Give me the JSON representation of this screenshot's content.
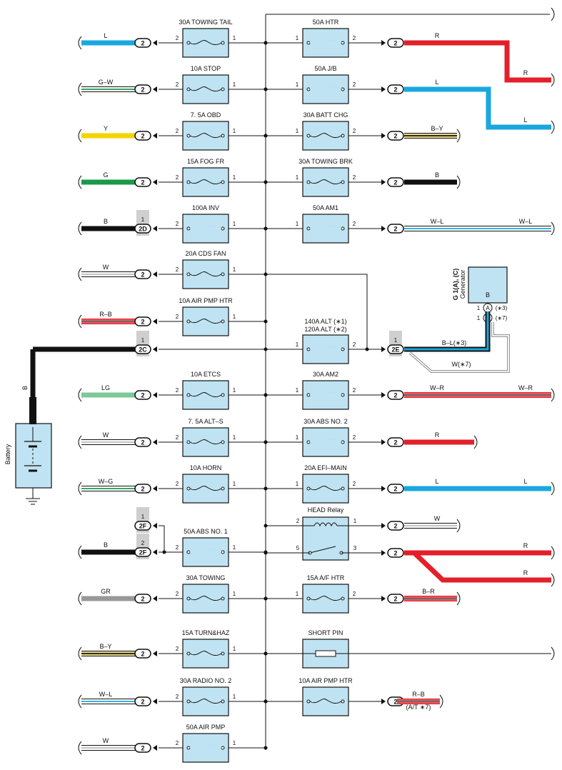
{
  "left_fuses": [
    {
      "label": "30A TOWING TAIL",
      "wire": "L",
      "color": "#1aa7e0",
      "style": "solid",
      "connector": "2",
      "pin_left": "2",
      "pin_right": "1",
      "type": "med"
    },
    {
      "label": "10A STOP",
      "wire": "G–W",
      "color": "#1a9a4a",
      "style": "stripe",
      "connector": "2",
      "pin_left": "2",
      "pin_right": "1",
      "type": "small"
    },
    {
      "label": "7. 5A OBD",
      "wire": "Y",
      "color": "#f3d400",
      "style": "solid",
      "connector": "2",
      "pin_left": "2",
      "pin_right": "1",
      "type": "small"
    },
    {
      "label": "15A FOG FR",
      "wire": "G",
      "color": "#1a9a4a",
      "style": "solid",
      "connector": "2",
      "pin_left": "2",
      "pin_right": "1",
      "type": "small"
    },
    {
      "label": "100A INV",
      "wire": "B",
      "color": "#111111",
      "style": "solid",
      "connector": "2D",
      "conn_pin": "1",
      "gray": true,
      "pin_left": "2",
      "pin_right": "1",
      "type": "big"
    },
    {
      "label": "20A CDS FAN",
      "wire": "W",
      "color": "#999999",
      "style": "stripe-w",
      "connector": "2",
      "pin_left": "2",
      "pin_right": "1",
      "type": "small"
    },
    {
      "label": "10A AIR PMP HTR",
      "wire": "R–B",
      "color": "#e3202a",
      "style": "stripe-rb",
      "connector": "2",
      "pin_left": "2",
      "pin_right": "1",
      "type": "small"
    },
    {
      "label": "",
      "wire": "",
      "color": "#111111",
      "style": "none",
      "connector": "2C",
      "conn_pin": "1",
      "gray": true,
      "pin_left": "",
      "pin_right": "",
      "type": "none"
    },
    {
      "label": "10A ETCS",
      "wire": "LG",
      "color": "#7dc899",
      "style": "solid",
      "connector": "2",
      "pin_left": "2",
      "pin_right": "1",
      "type": "small"
    },
    {
      "label": "7. 5A ALT–S",
      "wire": "W",
      "color": "#999999",
      "style": "stripe-w",
      "connector": "2",
      "pin_left": "2",
      "pin_right": "1",
      "type": "small"
    },
    {
      "label": "10A HORN",
      "wire": "W–G",
      "color": "#1a9a4a",
      "style": "stripe",
      "connector": "2",
      "pin_left": "2",
      "pin_right": "1",
      "type": "small"
    },
    {
      "label": "",
      "wire": "B",
      "color": "#111111",
      "style": "solid",
      "connector": "2F",
      "conn_pin": "1",
      "gray": true,
      "pin_left": "",
      "pin_right": "",
      "type": "none"
    },
    {
      "label": "50A ABS NO. 1",
      "wire": "B",
      "color": "#111111",
      "style": "solid",
      "connector": "2F",
      "conn_pin": "2",
      "gray": true,
      "pin_left": "2",
      "pin_right": "1",
      "type": "big"
    },
    {
      "label": "30A TOWING",
      "wire": "GR",
      "color": "#999999",
      "style": "solid",
      "connector": "2",
      "pin_left": "2",
      "pin_right": "1",
      "type": "small"
    },
    {
      "label": "15A TURN&HAZ",
      "wire": "B–Y",
      "color": "#e8d98a",
      "style": "stripe-by",
      "connector": "2",
      "pin_left": "2",
      "pin_right": "1",
      "type": "small"
    },
    {
      "label": "30A RADIO NO. 2",
      "wire": "W–L",
      "color": "#1aa7e0",
      "style": "stripe-wl",
      "connector": "2",
      "pin_left": "2",
      "pin_right": "1",
      "type": "small"
    },
    {
      "label": "50A AIR PMP",
      "wire": "W",
      "color": "#999999",
      "style": "stripe-w",
      "connector": "2",
      "pin_left": "2",
      "pin_right": "1",
      "type": "big"
    }
  ],
  "right_fuses": [
    {
      "label": "50A HTR",
      "wire": "R",
      "wire2": "R",
      "connector": "2",
      "pin_left": "1",
      "pin_right": "2",
      "type": "big"
    },
    {
      "label": "50A J/B",
      "wire": "L",
      "wire2": "L",
      "connector": "2",
      "pin_left": "1",
      "pin_right": "2",
      "type": "big"
    },
    {
      "label": "30A BATT CHG",
      "wire": "B–Y",
      "connector": "2",
      "pin_left": "1",
      "pin_right": "2",
      "type": "small"
    },
    {
      "label": "30A TOWING BRK",
      "wire": "B",
      "connector": "2",
      "pin_left": "1",
      "pin_right": "2",
      "type": "small"
    },
    {
      "label": "50A AM1",
      "wire": "W–L",
      "wire2": "W–L",
      "connector": "2",
      "pin_left": "1",
      "pin_right": "2",
      "type": "big"
    },
    {
      "label": "140A ALT (∗1)",
      "label2": "120A ALT (∗2)",
      "wire": "B–L(∗3)",
      "connector": "2E",
      "conn_pin": "1",
      "pin_left": "1",
      "pin_right": "2",
      "type": "big"
    },
    {
      "label": "30A AM2",
      "wire": "W–R",
      "wire2": "W–R",
      "connector": "2",
      "pin_left": "1",
      "pin_right": "2",
      "type": "big"
    },
    {
      "label": "30A ABS NO. 2",
      "wire": "R",
      "connector": "2",
      "pin_left": "1",
      "pin_right": "2",
      "type": "big"
    },
    {
      "label": "20A EFI–MAIN",
      "wire": "L",
      "wire2": "L",
      "connector": "2",
      "pin_left": "1",
      "pin_right": "2",
      "type": "small"
    },
    {
      "label": "HEAD Relay",
      "wire": "W",
      "wire2": "R",
      "wire3": "R",
      "connector": "2",
      "pins": [
        "2",
        "1",
        "5",
        "3"
      ],
      "type": "relay"
    },
    {
      "label": "15A A/F HTR",
      "wire": "B–R",
      "connector": "2",
      "pin_left": "1",
      "pin_right": "2",
      "type": "small"
    },
    {
      "label": "SHORT PIN",
      "type": "short"
    },
    {
      "label": "10A AIR PMP HTR",
      "wire": "R–B",
      "wire_note": "(A/T ∗7)",
      "connector": "2",
      "pin_left": "",
      "pin_right": "",
      "type": "small"
    }
  ],
  "generator": {
    "title": "G 1(A), (C)",
    "subtitle": "Generator",
    "body_label": "B",
    "pin_a": "A",
    "pin_a_num": "1",
    "pin_a_note": "(∗3)",
    "pin_c": "C",
    "pin_c_num": "1",
    "pin_c_note": "(∗7)",
    "wire_w": "W(∗7)"
  },
  "battery": {
    "label": "Battery",
    "wire": "B"
  }
}
